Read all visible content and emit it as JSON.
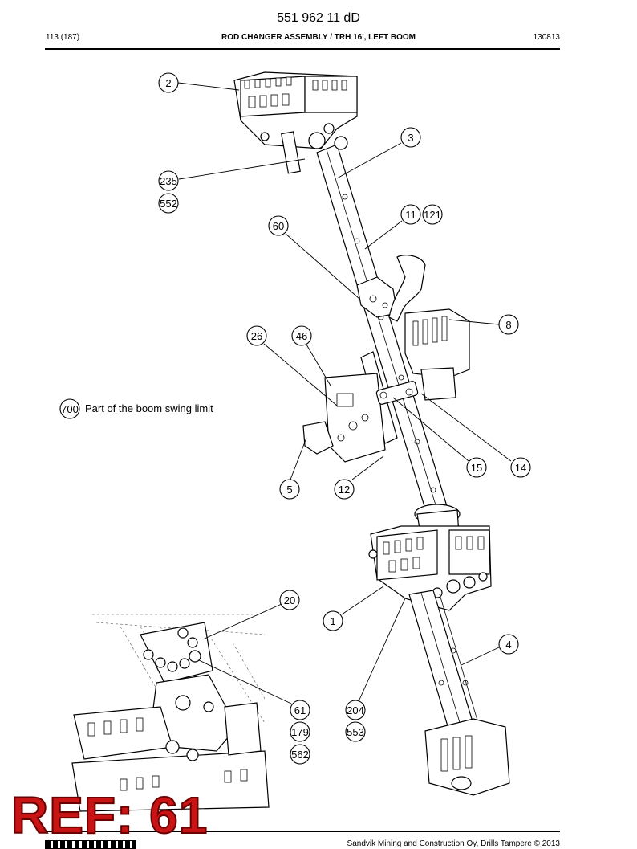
{
  "header": {
    "doc_number": "551 962 11 dD",
    "page": "113 (187)",
    "title": "ROD CHANGER ASSEMBLY / TRH 16', LEFT BOOM",
    "code": "130813"
  },
  "note": {
    "callout": "700",
    "text": "Part of the boom swing limit"
  },
  "callouts": [
    "2",
    "3",
    "235",
    "552",
    "11",
    "121",
    "60",
    "8",
    "26",
    "46",
    "15",
    "14",
    "5",
    "12",
    "20",
    "1",
    "4",
    "61",
    "204",
    "179",
    "553",
    "562"
  ],
  "footer": {
    "text": "Sandvik Mining and Construction Oy, Drills Tampere © 2013"
  },
  "overlay": {
    "ref_label": "REF: 61"
  }
}
